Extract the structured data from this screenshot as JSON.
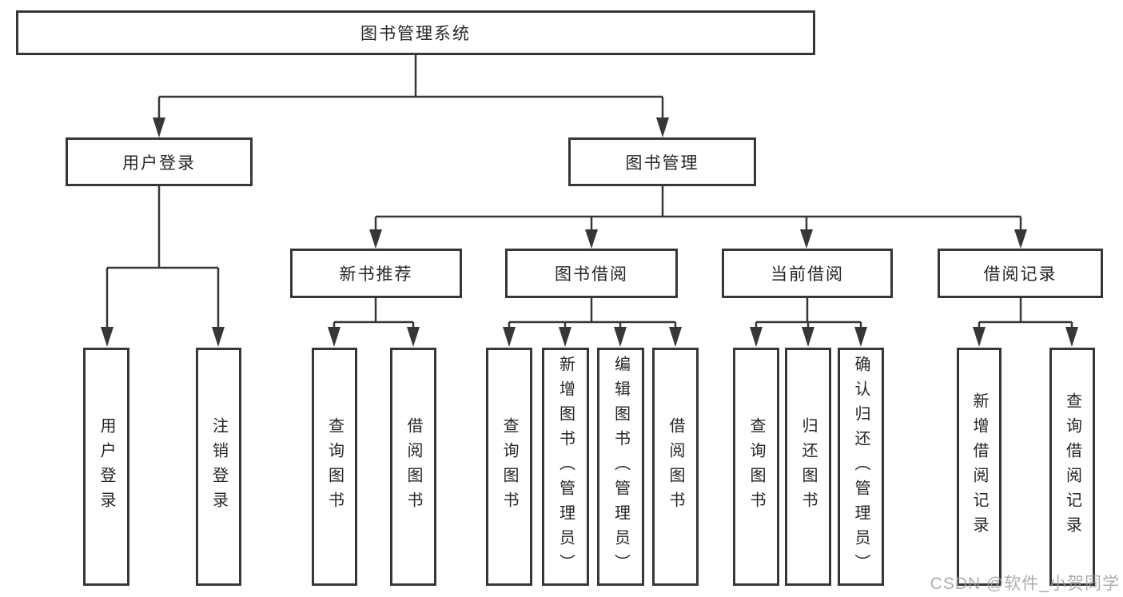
{
  "tree": {
    "root": "图书管理系统",
    "branches": [
      {
        "label": "用户登录",
        "children": [
          "用户登录",
          "注销登录"
        ]
      },
      {
        "label": "图书管理",
        "groups": [
          {
            "label": "新书推荐",
            "children": [
              "查询图书",
              "借阅图书"
            ]
          },
          {
            "label": "图书借阅",
            "children": [
              "查询图书",
              "新增图书（管理员）",
              "编辑图书（管理员）",
              "借阅图书"
            ]
          },
          {
            "label": "当前借阅",
            "children": [
              "查询图书",
              "归还图书",
              "确认归还（管理员）"
            ]
          },
          {
            "label": "借阅记录",
            "children": [
              "新增借阅记录",
              "查询借阅记录"
            ]
          }
        ]
      }
    ]
  },
  "watermark": {
    "text": "CSDN @软件_小贺同学"
  },
  "colors": {
    "line": "#373737",
    "box_border": "#373737",
    "text": "#262626",
    "background": "#ffffff",
    "watermark": "#9e9e9e"
  }
}
